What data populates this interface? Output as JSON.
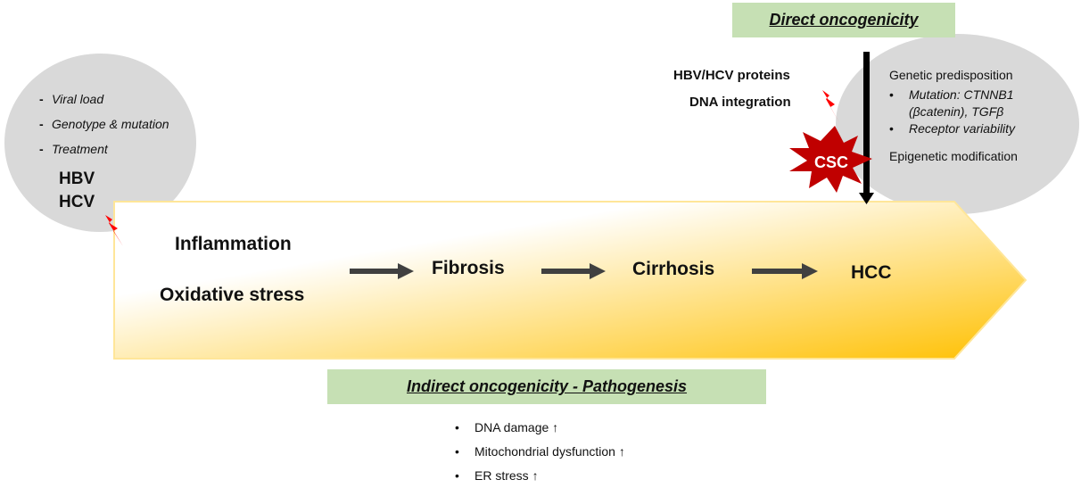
{
  "left_bubble": {
    "factors": [
      "Viral load",
      "Genotype & mutation",
      "Treatment"
    ],
    "bullet": "-",
    "viruses": [
      "HBV",
      "HCV"
    ]
  },
  "header_direct": "Direct oncogenicity",
  "header_indirect": "Indirect oncogenicity - Pathogenesis",
  "direct_items": [
    "HBV/HCV proteins",
    "DNA integration"
  ],
  "right_bubble": {
    "genetic": "Genetic predisposition",
    "bullet": "•",
    "mutation_line1": "Mutation: CTNNB1",
    "mutation_line2": "(βcatenin), TGFβ",
    "receptor": "Receptor variability",
    "epigenetic": "Epigenetic modification"
  },
  "csc_label": "CSC",
  "stages": {
    "inflammation": "Inflammation",
    "oxidative": "Oxidative stress",
    "fibrosis": "Fibrosis",
    "cirrhosis": "Cirrhosis",
    "hcc": "HCC"
  },
  "bottom_items": [
    "DNA damage ↑",
    "Mitochondrial dysfunction ↑",
    "ER stress ↑"
  ],
  "bottom_bullet": "•",
  "colors": {
    "green_header": "#c6e0b4",
    "bubble_gray": "#d9d9d9",
    "arrow_gradient_start": "#ffffff",
    "arrow_gradient_end": "#ffc000",
    "arrow_border": "#ffe699",
    "lightning": "#ff0000",
    "csc_burst": "#c00000"
  }
}
